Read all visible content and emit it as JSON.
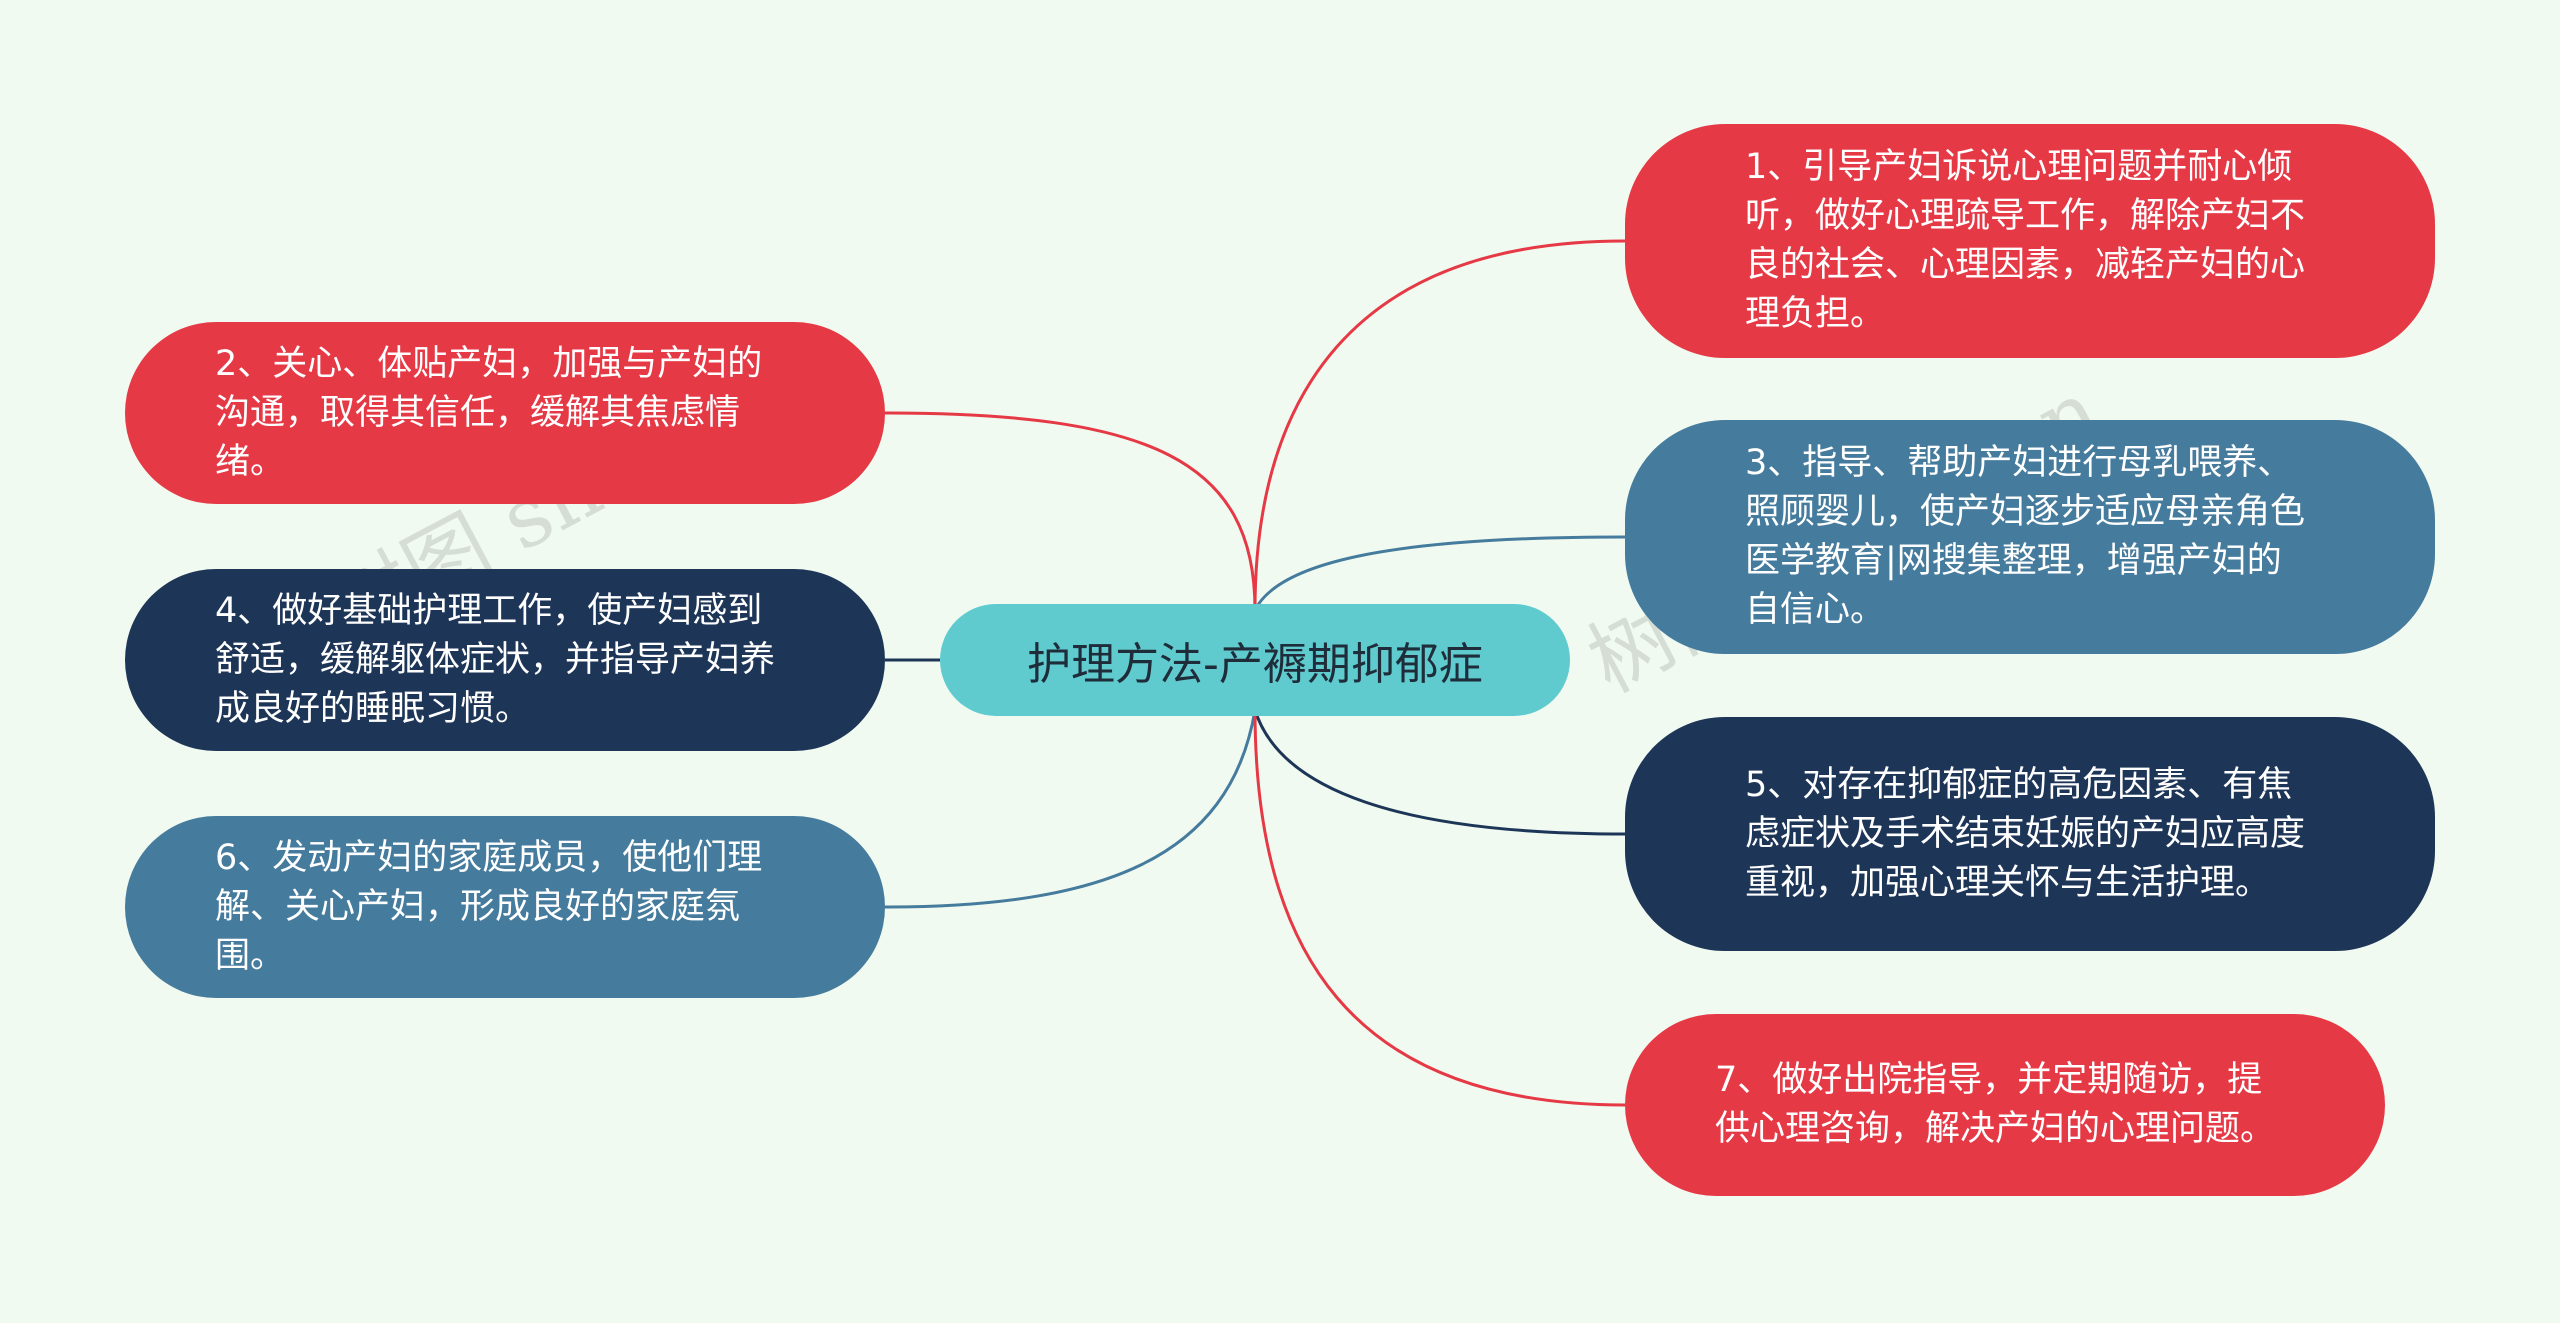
{
  "center": {
    "label": "护理方法-产褥期抑郁症"
  },
  "colors": {
    "background": "#f1faf0",
    "center": "#5fcbcf",
    "red": "#e63946",
    "steel": "#457b9d",
    "navy": "#1d3557"
  },
  "branches": [
    {
      "id": "b1",
      "color": "red",
      "text": "1、引导产妇诉说心理问题并耐心倾听，做好心理疏导工作，解除产妇不良的社会、心理因素，减轻产妇的心理负担。"
    },
    {
      "id": "b2",
      "color": "red",
      "text": "2、关心、体贴产妇，加强与产妇的沟通，取得其信任，缓解其焦虑情绪。"
    },
    {
      "id": "b3",
      "color": "steel",
      "text": "3、指导、帮助产妇进行母乳喂养、照顾婴儿，使产妇逐步适应母亲角色医学教育|网搜集整理，增强产妇的自信心。"
    },
    {
      "id": "b4",
      "color": "navy",
      "text": "4、做好基础护理工作，使产妇感到舒适，缓解躯体症状，并指导产妇养成良好的睡眠习惯。"
    },
    {
      "id": "b5",
      "color": "navy",
      "text": "5、对存在抑郁症的高危因素、有焦虑症状及手术结束妊娠的产妇应高度重视，加强心理关怀与生活护理。"
    },
    {
      "id": "b6",
      "color": "steel",
      "text": "6、发动产妇的家庭成员，使他们理解、关心产妇，形成良好的家庭氛围。"
    },
    {
      "id": "b7",
      "color": "red",
      "text": "7、做好出院指导，并定期随访，提供心理咨询，解决产妇的心理问题。"
    }
  ],
  "watermarks": [
    "树图 shutu.cn",
    "树图 shutu.cn"
  ]
}
